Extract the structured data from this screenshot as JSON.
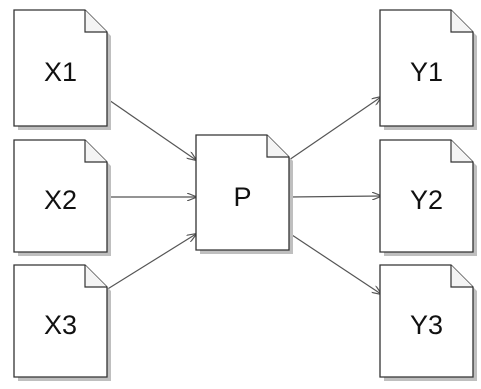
{
  "documents": [
    {
      "id": "x1",
      "label": "X1"
    },
    {
      "id": "x2",
      "label": "X2"
    },
    {
      "id": "x3",
      "label": "X3"
    },
    {
      "id": "p",
      "label": "P"
    },
    {
      "id": "y1",
      "label": "Y1"
    },
    {
      "id": "y2",
      "label": "Y2"
    },
    {
      "id": "y3",
      "label": "Y3"
    }
  ],
  "edges": [
    {
      "from": "x1",
      "to": "p"
    },
    {
      "from": "x2",
      "to": "p"
    },
    {
      "from": "x3",
      "to": "p"
    },
    {
      "from": "p",
      "to": "y1"
    },
    {
      "from": "p",
      "to": "y2"
    },
    {
      "from": "p",
      "to": "y3"
    }
  ],
  "colors": {
    "stroke": "#333333",
    "fill": "#ffffff",
    "shadow": "#bfbfbf",
    "arrow": "#555555"
  }
}
